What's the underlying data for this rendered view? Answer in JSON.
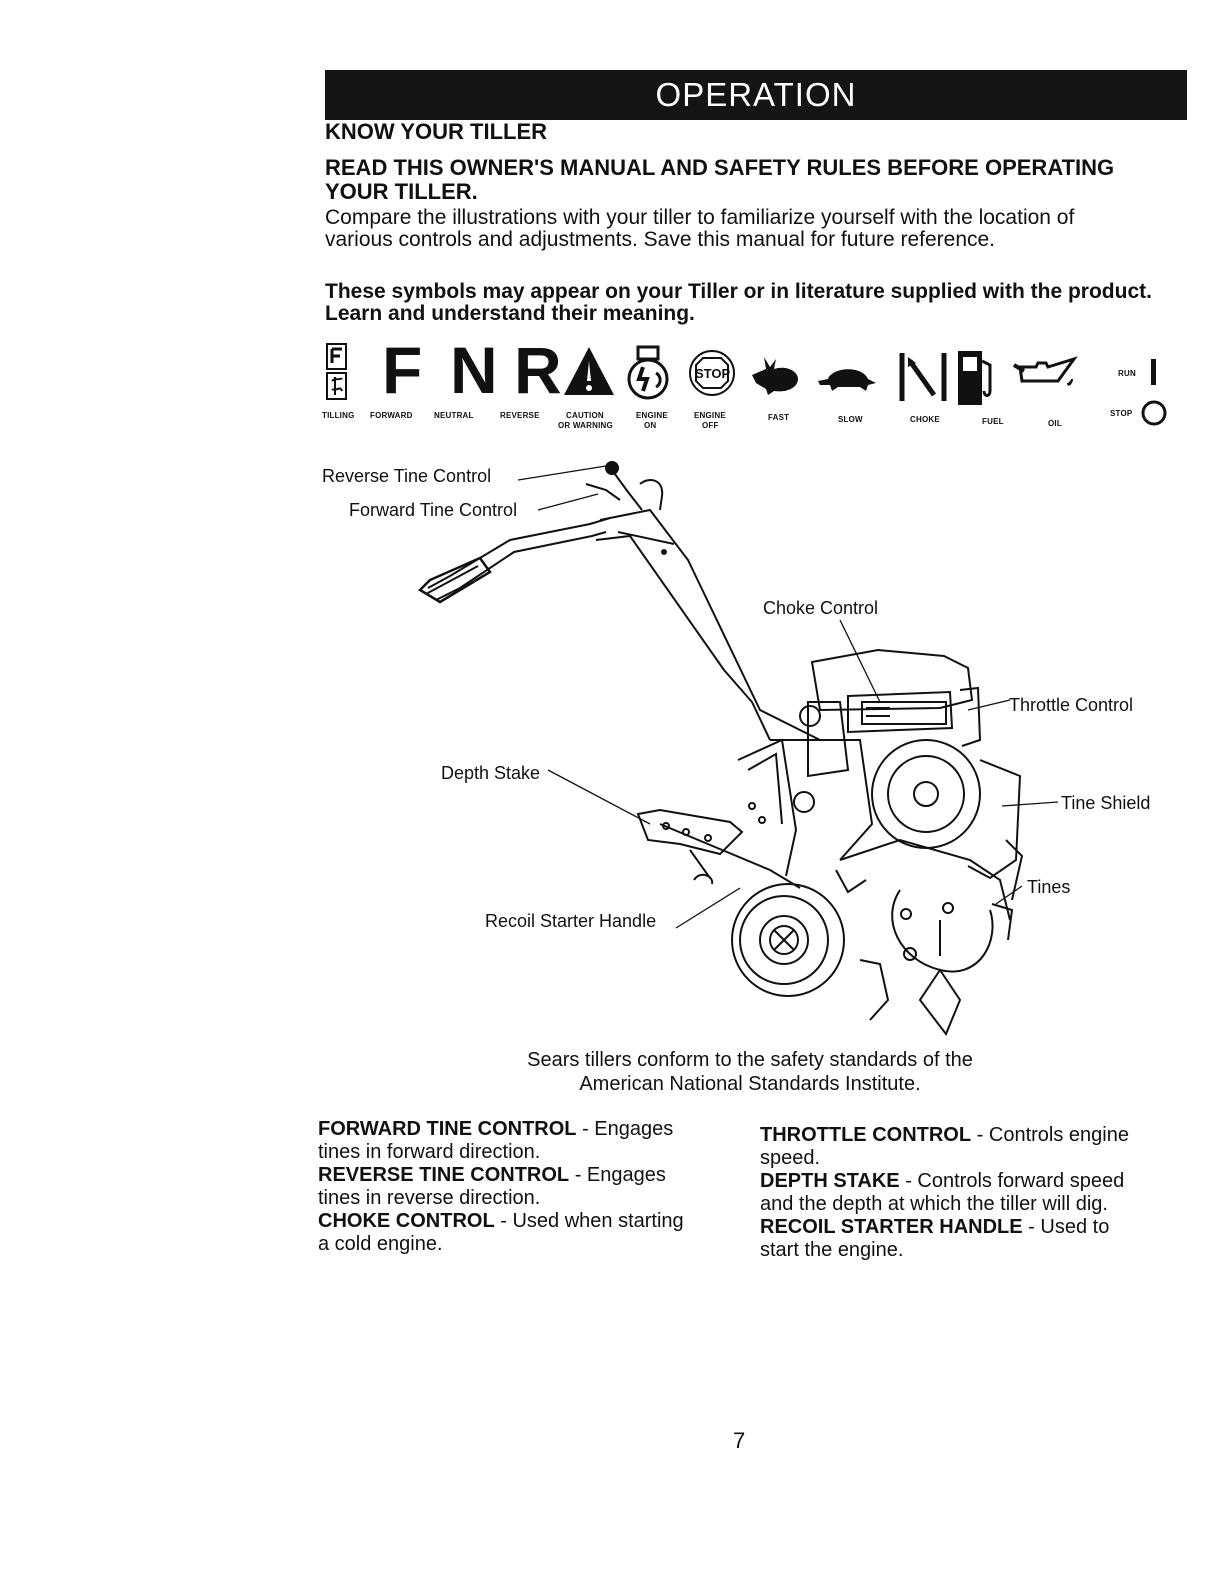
{
  "header": {
    "title": "OPERATION"
  },
  "section": {
    "heading": "KNOW YOUR TILLER",
    "warning_line1": "READ THIS OWNER'S MANUAL AND SAFETY RULES BEFORE OPERATING",
    "warning_line2": "YOUR TILLER.",
    "intro_line1": "Compare the illustrations with your tiller to familiarize yourself with the location of",
    "intro_line2": "various controls and adjustments. Save this manual for future reference.",
    "symbols_line1": "These symbols may appear on your Tiller or in literature supplied with the product.",
    "symbols_line2": "Learn and understand their meaning."
  },
  "symbols": {
    "glyph_f": "F",
    "glyph_n": "N",
    "glyph_r": "R",
    "glyph_stop": "STOP",
    "run": "RUN",
    "stop": "STOP",
    "labels": {
      "tilling": "TILLING",
      "forward": "FORWARD",
      "neutral": "NEUTRAL",
      "reverse": "REVERSE",
      "caution": "CAUTION",
      "or_warning": "OR WARNING",
      "engine_on_1": "ENGINE",
      "engine_on_2": "ON",
      "engine_off_1": "ENGINE",
      "engine_off_2": "OFF",
      "fast": "FAST",
      "slow": "SLOW",
      "choke": "CHOKE",
      "fuel": "FUEL",
      "oil": "OIL"
    }
  },
  "diagram": {
    "reverse_tine_control": "Reverse Tine Control",
    "forward_tine_control": "Forward Tine Control",
    "choke_control": "Choke Control",
    "throttle_control": "Throttle Control",
    "depth_stake": "Depth Stake",
    "tine_shield": "Tine Shield",
    "tines": "Tines",
    "recoil_starter_handle": "Recoil Starter Handle"
  },
  "conformance": {
    "line1": "Sears tillers conform to the safety standards of the",
    "line2": "American National Standards Institute."
  },
  "descriptions": {
    "left": [
      {
        "term": "FORWARD TINE CONTROL",
        "sep": " - ",
        "def_a": "Engages",
        "def_b": "tines in forward direction."
      },
      {
        "term": "REVERSE TINE CONTROL",
        "sep": " - ",
        "def_a": "Engages",
        "def_b": "tines in reverse direction."
      },
      {
        "term": "CHOKE CONTROL",
        "sep": " - ",
        "def_a": "Used when starting",
        "def_b": "a cold engine."
      }
    ],
    "right": [
      {
        "term": "THROTTLE CONTROL",
        "sep": " - ",
        "def_a": "Controls engine",
        "def_b": "speed."
      },
      {
        "term": "DEPTH STAKE",
        "sep": " - ",
        "def_a": "Controls forward speed",
        "def_b": "and the depth at which the tiller will dig."
      },
      {
        "term": "RECOIL STARTER HANDLE",
        "sep": " - ",
        "def_a": "Used to",
        "def_b": "start the engine."
      }
    ]
  },
  "footer": {
    "page_number": "7"
  }
}
